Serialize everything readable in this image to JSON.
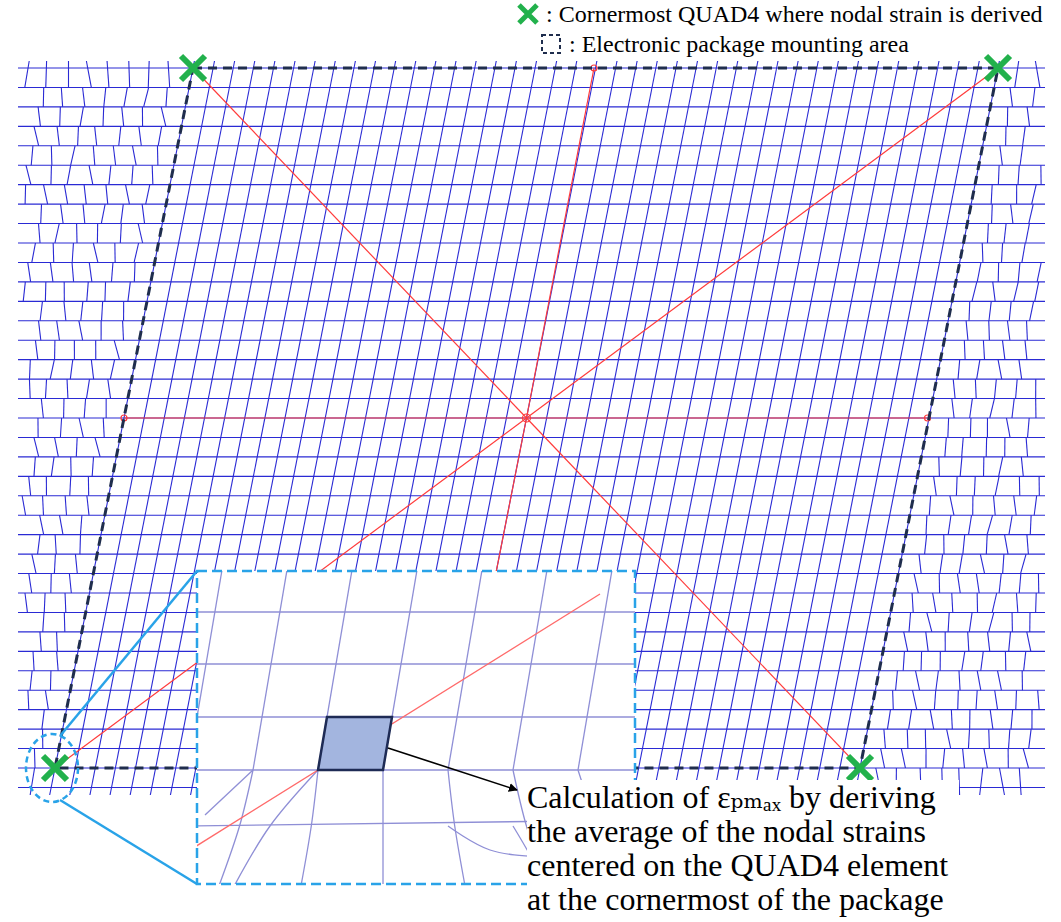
{
  "diagram": {
    "labels": [
      "Calculation of εₚₘₐₓ by deriving the average of the nodal strains centered on the QUAD4 element at the cornermost of the package"
    ],
    "legend": [
      {
        "text": ": Cornermost QUAD4 where nodal strain is derived"
      },
      {
        "text": ": Electronic package mounting area"
      }
    ]
  }
}
